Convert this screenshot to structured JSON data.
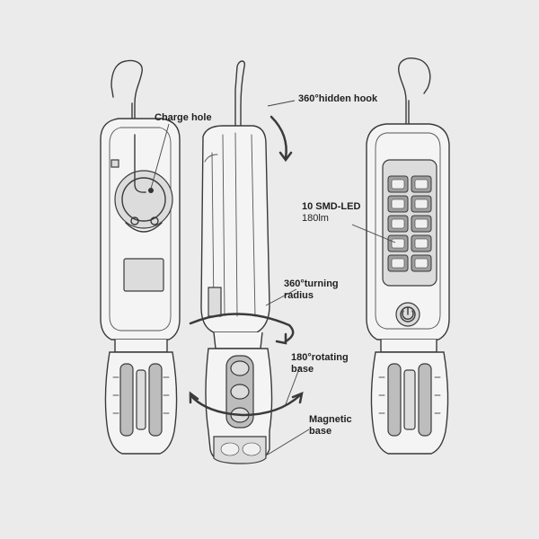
{
  "callouts": {
    "charge_hole": "Charge hole",
    "hidden_hook": "360°hidden hook",
    "smd_led_line1": "10 SMD-LED",
    "smd_led_line2": "180lm",
    "turning_line1": "360°turning",
    "turning_line2": "radius",
    "rotating_line1": "180°rotating",
    "rotating_line2": "base",
    "magnetic_line1": "Magnetic",
    "magnetic_line2": "base"
  },
  "colors": {
    "background": "#ebebeb",
    "outline": "#3a3a3a",
    "text": "#1f1f1f"
  },
  "icons": {
    "power": "power-button-icon"
  }
}
